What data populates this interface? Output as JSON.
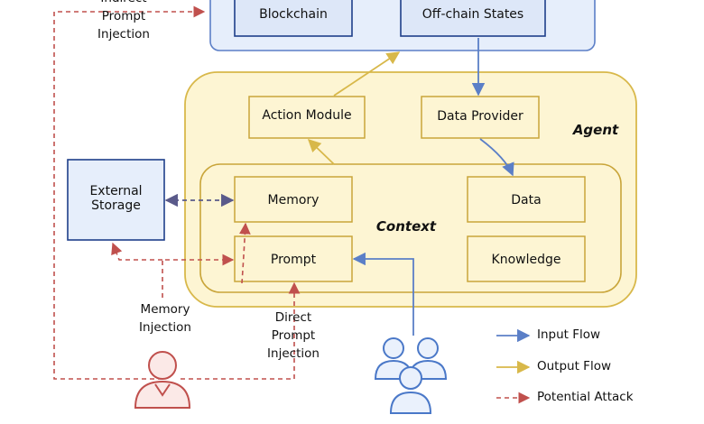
{
  "top": {
    "blockchain": "Blockchain",
    "offchain": "Off-chain States"
  },
  "agent": {
    "title": "Agent",
    "action_module": "Action Module",
    "data_provider": "Data Provider",
    "context": {
      "title": "Context",
      "memory": "Memory",
      "prompt": "Prompt",
      "data": "Data",
      "knowledge": "Knowledge"
    }
  },
  "external_storage": {
    "line1": "External",
    "line2": "Storage"
  },
  "attacks": {
    "indirect": {
      "line1": "Indirect",
      "line2": "Prompt",
      "line3": "Injection"
    },
    "memory": {
      "line1": "Memory",
      "line2": "Injection"
    },
    "direct": {
      "line1": "Direct",
      "line2": "Prompt",
      "line3": "Injection"
    }
  },
  "legend": {
    "input": "Input Flow",
    "output": "Output Flow",
    "attack": "Potential Attack"
  },
  "colors": {
    "blue": "#5b7fc7",
    "blue_fill": "#e6eefb",
    "yellow": "#d8b84a",
    "yellow_fill": "#fdf5d3",
    "red": "#c0504d"
  },
  "icons": {
    "attacker": "person-icon",
    "users": "users-group-icon"
  }
}
